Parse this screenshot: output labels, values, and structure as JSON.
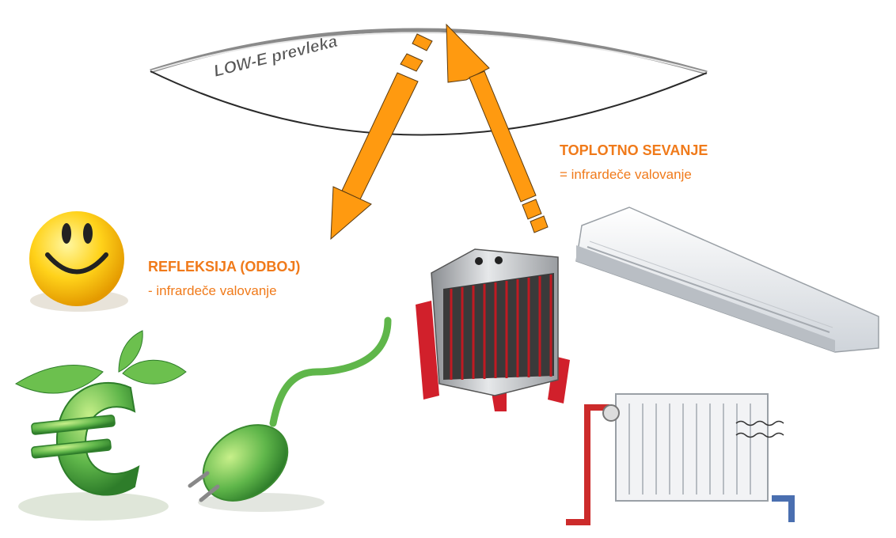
{
  "coating": {
    "label": "LOW-E prevleka"
  },
  "reflection": {
    "title": "REFLEKSIJA (ODBOJ)",
    "subtitle": "- infrardeče valovanje"
  },
  "radiation": {
    "title": "TOPLOTNO SEVANJE",
    "subtitle": "= infrardeče valovanje"
  },
  "colors": {
    "arrow": "#ff9a10",
    "text_accent": "#f07a1a",
    "heater_red": "#d1202b",
    "pipe_red": "#cc2b2b",
    "pipe_blue": "#4a6fb0",
    "leaf_green": "#5fb64a"
  },
  "icons": [
    "smiley-icon",
    "euro-leaf-icon",
    "green-plug-icon",
    "fan-heater-icon",
    "ceiling-panel-heater-icon",
    "radiator-icon"
  ]
}
